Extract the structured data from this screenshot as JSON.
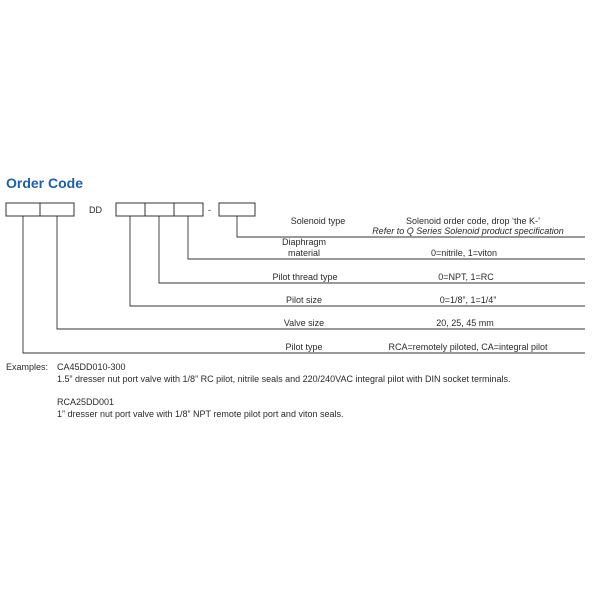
{
  "title": "Order Code",
  "code_fixed": "DD",
  "code_dash": "-",
  "rows": [
    {
      "field": "Solenoid type",
      "desc": "Solenoid order code, drop ‘the K-’",
      "note": "Refer to Q Series Solenoid product specification"
    },
    {
      "field_line1": "Diaphragm",
      "field_line2": "material",
      "desc": "0=nitrile, 1=viton"
    },
    {
      "field": "Pilot thread type",
      "desc": "0=NPT, 1=RC"
    },
    {
      "field": "Pilot size",
      "desc": "0=1/8”, 1=1/4”"
    },
    {
      "field": "Valve size",
      "desc": "20, 25, 45 mm"
    },
    {
      "field": "Pilot type",
      "desc": "RCA=remotely piloted, CA=integral pilot"
    }
  ],
  "examples": {
    "label": "Examples:",
    "items": [
      {
        "code": "CA45DD010-300",
        "description": "1.5” dresser nut port valve with 1/8” RC pilot, nitrile seals and 220/240VAC integral pilot with DIN socket terminals."
      },
      {
        "code": "RCA25DD001",
        "description": "1” dresser nut port valve with 1/8” NPT remote pilot port and viton seals."
      }
    ]
  }
}
